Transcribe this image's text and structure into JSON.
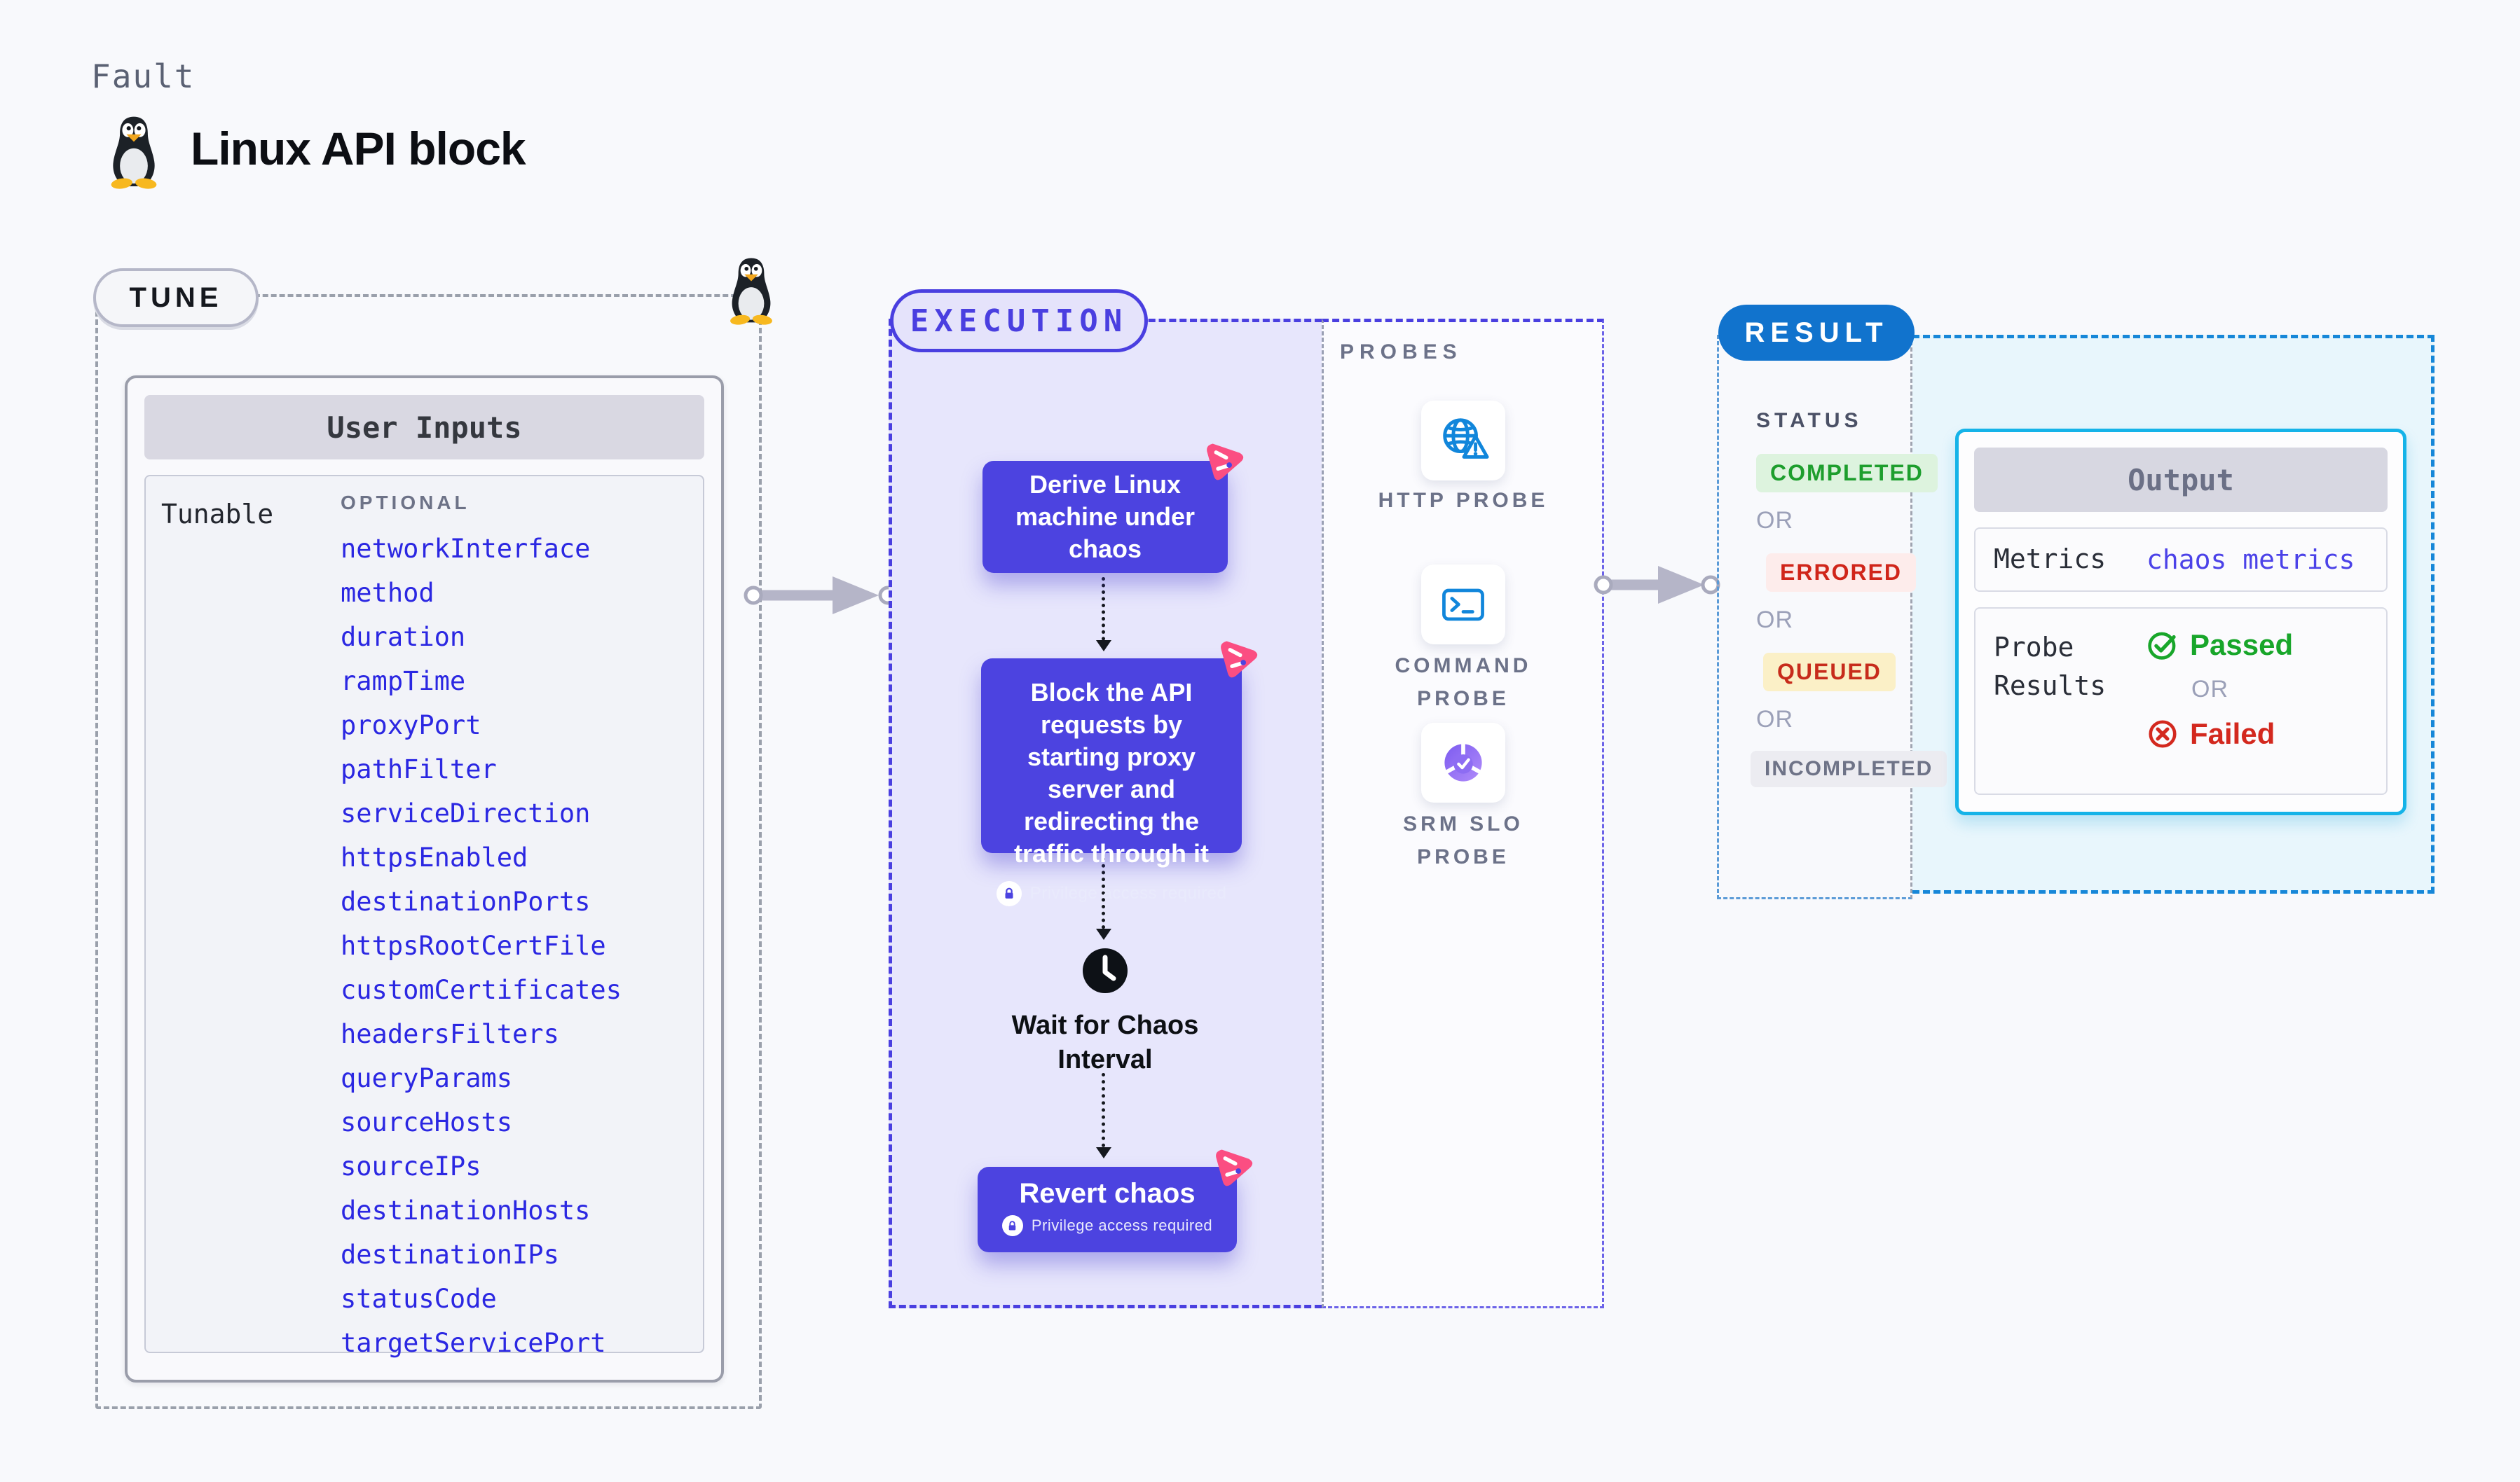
{
  "page": {
    "fault_label": "Fault",
    "title": "Linux API block"
  },
  "tune": {
    "pill": "TUNE",
    "user_inputs": {
      "header": "User Inputs",
      "row_label": "Tunable",
      "optional_label": "OPTIONAL",
      "params": [
        "networkInterface",
        "method",
        "duration",
        "rampTime",
        "proxyPort",
        "pathFilter",
        "serviceDirection",
        "httpsEnabled",
        "destinationPorts",
        "httpsRootCertFile",
        "customCertificates",
        "headersFilters",
        "queryParams",
        "sourceHosts",
        "sourceIPs",
        "destinationHosts",
        "destinationIPs",
        "statusCode",
        "targetServicePort"
      ]
    }
  },
  "execution": {
    "pill": "EXECUTION",
    "steps": [
      {
        "text": "Derive Linux machine under chaos",
        "privileged": false
      },
      {
        "text": "Block the API requests by starting proxy server and redirecting the traffic through it",
        "privileged": true
      },
      {
        "text": "Revert chaos",
        "privileged": true
      }
    ],
    "wait_label": "Wait for Chaos Interval",
    "privilege_label": "Privilege access required"
  },
  "probes": {
    "label": "PROBES",
    "items": [
      {
        "label": "HTTP PROBE",
        "icon": "globe-alert-icon"
      },
      {
        "label": "COMMAND PROBE",
        "icon": "terminal-icon"
      },
      {
        "label": "SRM SLO PROBE",
        "icon": "slo-gauge-icon"
      }
    ]
  },
  "result": {
    "pill": "RESULT",
    "status_label": "STATUS",
    "or_label": "OR",
    "statuses": [
      "COMPLETED",
      "ERRORED",
      "QUEUED",
      "INCOMPLETED"
    ],
    "output": {
      "header": "Output",
      "metrics_label": "Metrics",
      "metrics_value": "chaos metrics",
      "probe_results_label": "Probe Results",
      "passed_label": "Passed",
      "failed_label": "Failed"
    }
  },
  "colors": {
    "indigo": "#4c43e0",
    "lavender_fill": "#e7e6fc",
    "pink_chaos": "#fb4e82",
    "param_blue": "#2b27e2",
    "result_blue": "#1173cd",
    "cyan_border": "#15b3e8",
    "light_blue_fill": "#e8f6fc",
    "green": "#18a62a",
    "red": "#d3281e",
    "queued_bg": "#fbf0c7",
    "completed_bg": "#ddf3de",
    "errored_bg": "#fdeceb"
  }
}
